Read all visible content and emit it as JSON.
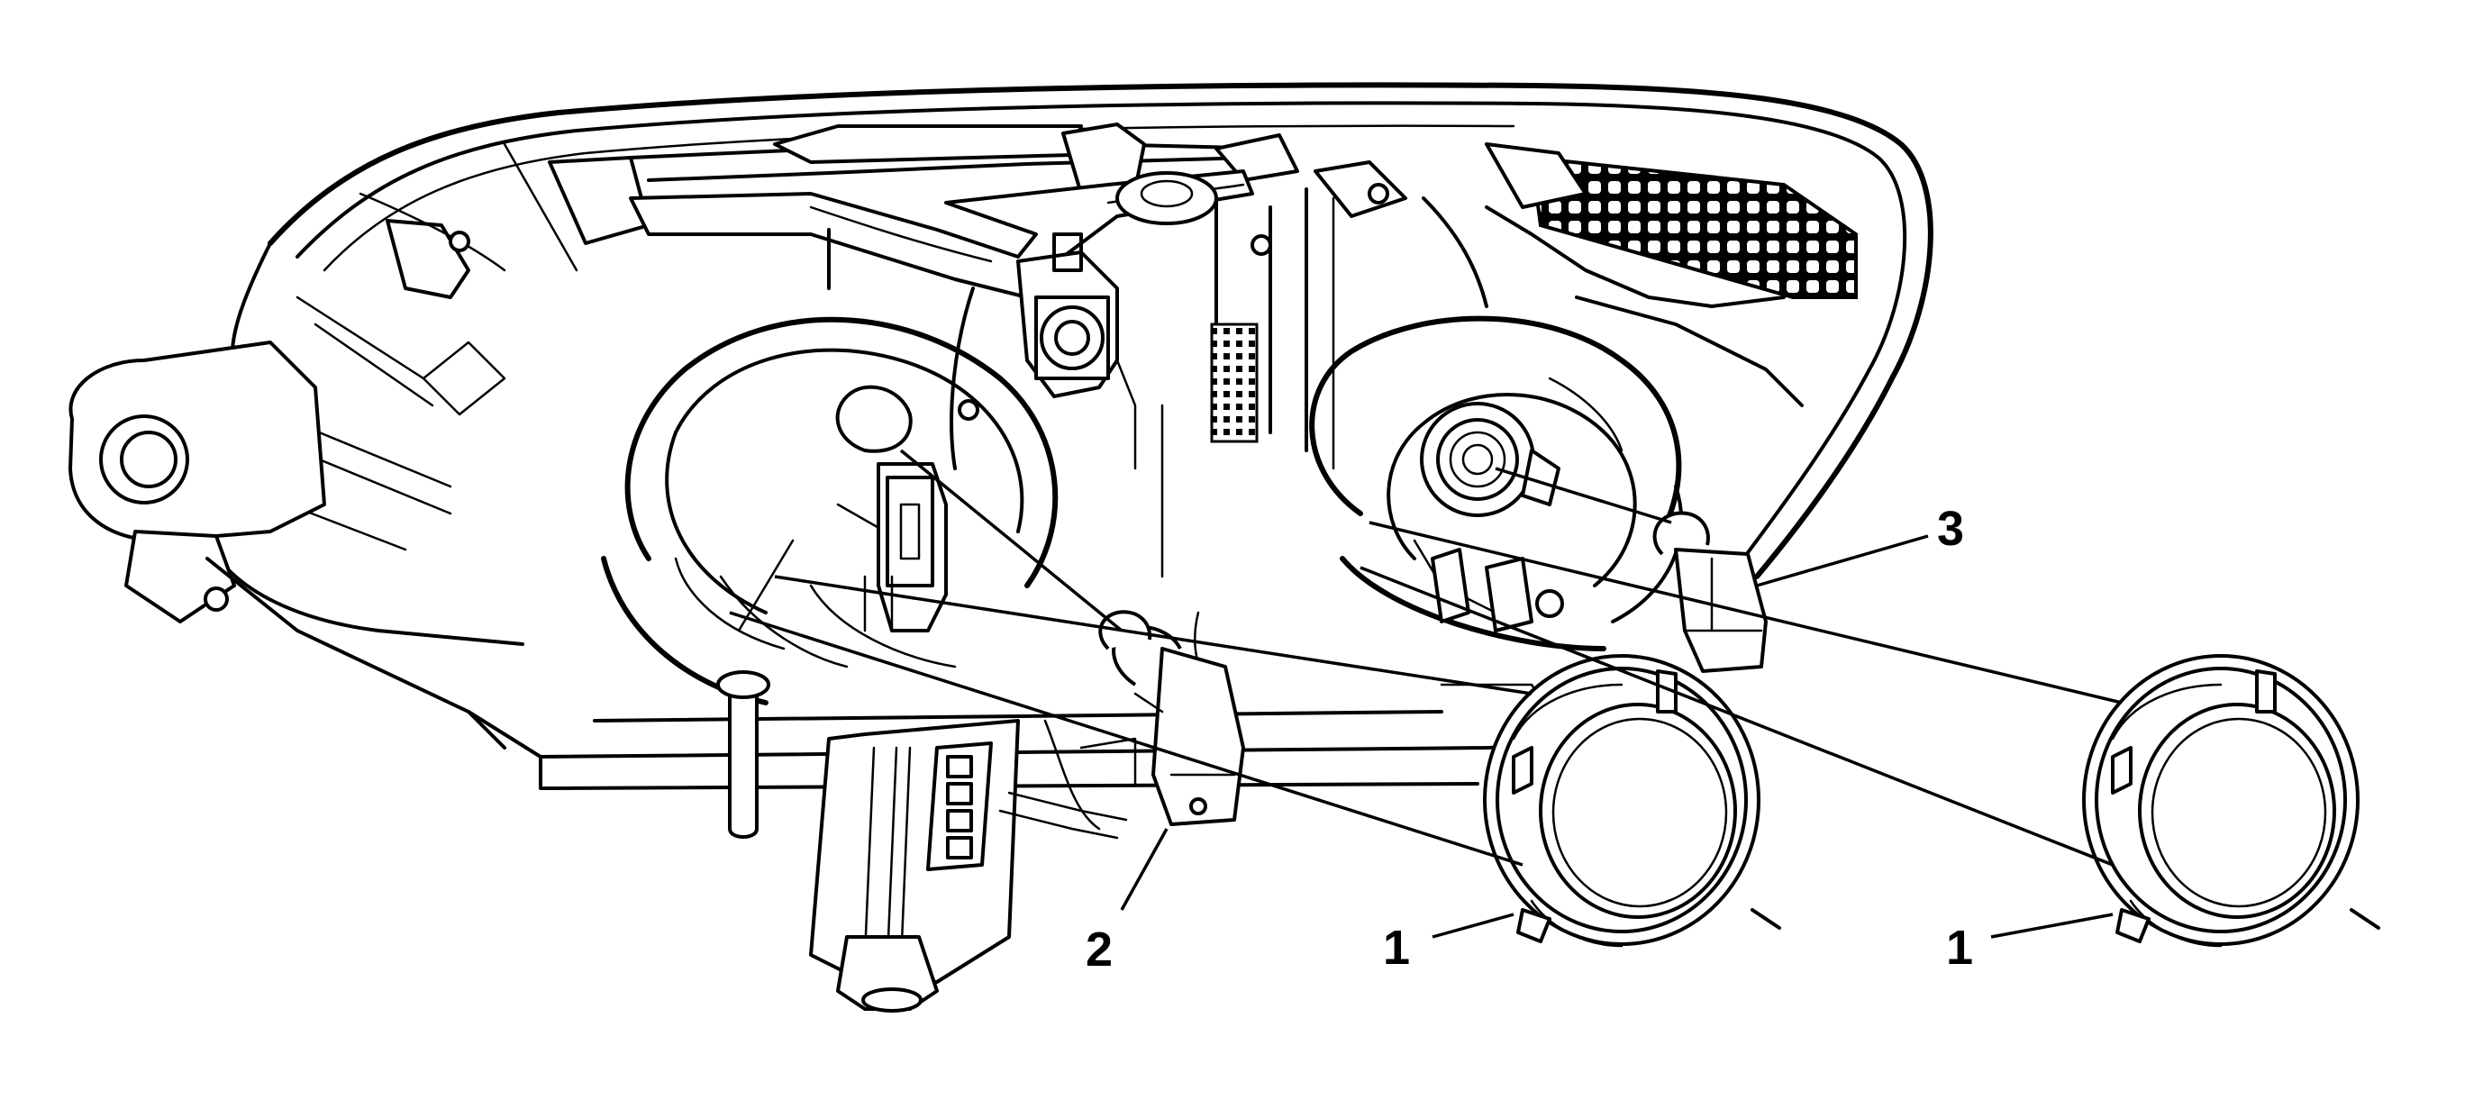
{
  "callouts": [
    {
      "id": "left-cap",
      "label": "1"
    },
    {
      "id": "right-cap",
      "label": "1"
    },
    {
      "id": "low-beam-bulb",
      "label": "2"
    },
    {
      "id": "high-beam-bulb",
      "label": "3"
    }
  ]
}
